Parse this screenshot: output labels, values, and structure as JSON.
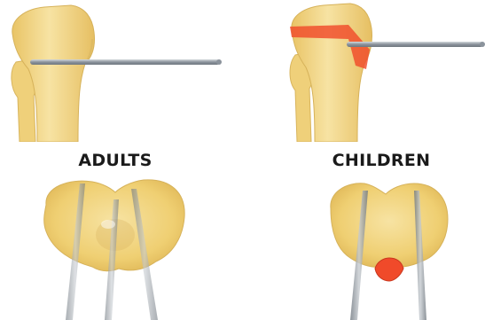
{
  "labels": {
    "adults": "ADULTS",
    "children": "CHILDREN"
  },
  "colors": {
    "bone_fill": "#f2d37a",
    "bone_light": "#f7e3a3",
    "bone_shadow": "#d9b560",
    "wire": "#8b939c",
    "wire_light": "#c7ccd1",
    "growth_plate": "#f04a2a",
    "text": "#1a1a1a"
  },
  "figure": {
    "panels": [
      {
        "id": "adults-lateral",
        "view": "lateral",
        "group": "adults"
      },
      {
        "id": "children-lateral",
        "view": "lateral",
        "group": "children",
        "highlight": "growth-plate"
      },
      {
        "id": "adults-axial",
        "view": "axial",
        "group": "adults",
        "wire_count": 3
      },
      {
        "id": "children-axial",
        "view": "axial",
        "group": "children",
        "wire_count": 2,
        "highlight": "growth-plate"
      }
    ]
  }
}
